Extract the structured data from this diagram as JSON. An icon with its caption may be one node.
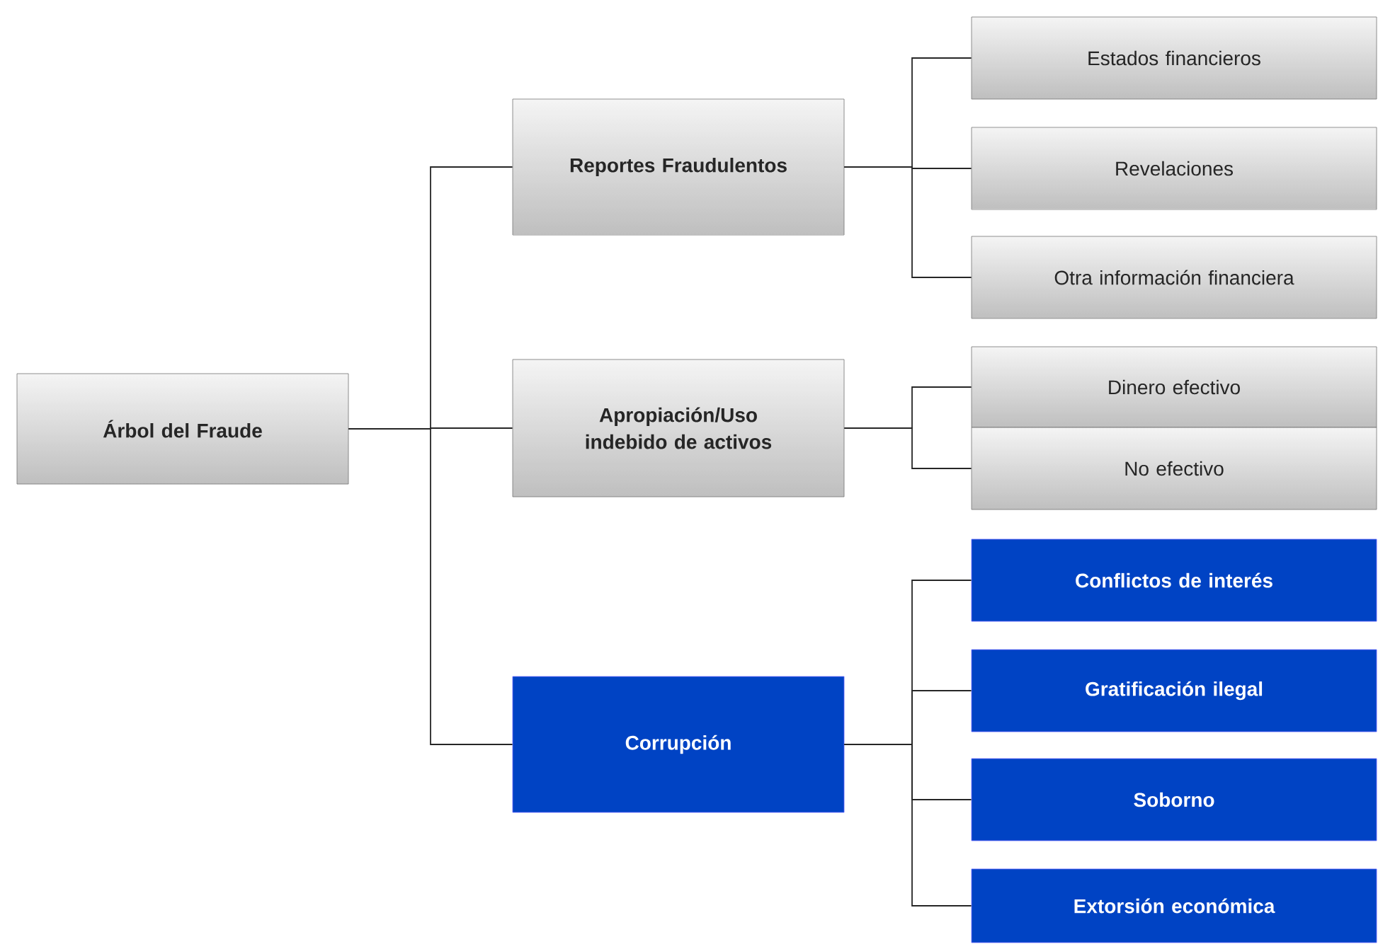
{
  "diagram": {
    "nodes": [
      {
        "text": [
          "Árbol del Fraude"
        ]
      },
      {
        "text": [
          "Reportes Fraudulentos"
        ]
      },
      {
        "text": [
          "Apropiación/Uso indebido de activos"
        ]
      },
      {
        "text": [
          "Corrupción"
        ]
      },
      {
        "text": [
          "Estados financieros"
        ]
      },
      {
        "text": [
          "Revelaciones"
        ]
      },
      {
        "text": [
          "Otra información financiera"
        ]
      },
      {
        "text": [
          "Dinero efectivo"
        ]
      },
      {
        "text": [
          "No efectivo"
        ]
      },
      {
        "text": [
          "Conflictos de interés"
        ]
      },
      {
        "text": [
          "Gratificación ilegal"
        ]
      },
      {
        "text": [
          "Soborno"
        ]
      },
      {
        "text": [
          "Extorsión económica"
        ]
      }
    ],
    "edges": [
      {
        "from": 0,
        "to": 1,
        "arrow": "none"
      },
      {
        "from": 0,
        "to": 2,
        "arrow": "none"
      },
      {
        "from": 0,
        "to": 3,
        "arrow": "none"
      },
      {
        "from": 1,
        "to": 4,
        "arrow": "none"
      },
      {
        "from": 1,
        "to": 5,
        "arrow": "none"
      },
      {
        "from": 1,
        "to": 6,
        "arrow": "none"
      },
      {
        "from": 2,
        "to": 7,
        "arrow": "none"
      },
      {
        "from": 2,
        "to": 8,
        "arrow": "none"
      },
      {
        "from": 3,
        "to": 9,
        "arrow": "none"
      },
      {
        "from": 3,
        "to": 10,
        "arrow": "none"
      },
      {
        "from": 3,
        "to": 11,
        "arrow": "none"
      },
      {
        "from": 3,
        "to": 12,
        "arrow": "none"
      }
    ]
  }
}
